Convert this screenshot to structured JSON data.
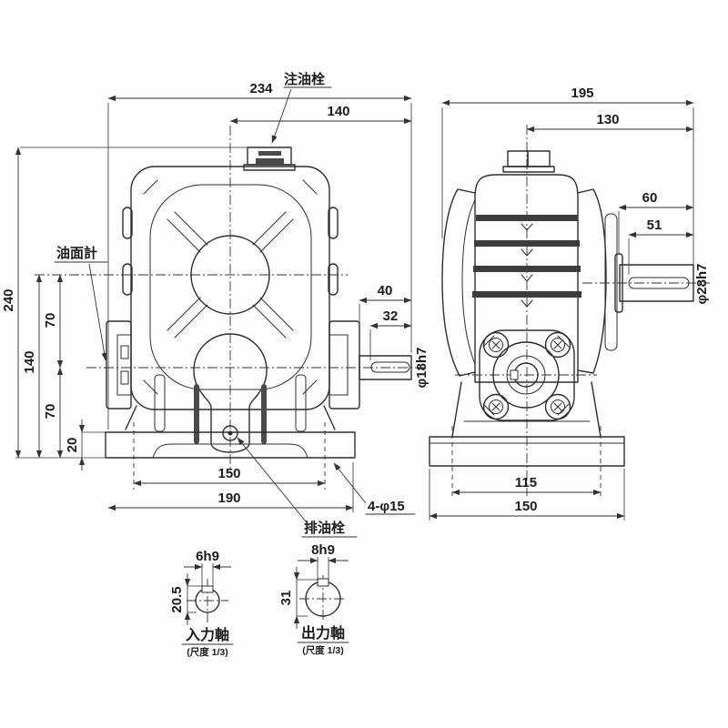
{
  "labels": {
    "oil_fill_plug": "注油栓",
    "oil_level_gauge": "油面計",
    "oil_drain_plug": "排油栓",
    "mounting_holes": "4-φ15"
  },
  "front": {
    "overall_width": "234",
    "center_to_shaft_end": "140",
    "overall_height": "240",
    "axis_to_base": "140",
    "wheel_to_worm": "70",
    "worm_to_base": "70",
    "base_height": "20",
    "bolt_pitch": "150",
    "base_width": "190",
    "shaft_length": "40",
    "key_length": "32",
    "shaft_dia": "φ18h7"
  },
  "side": {
    "overall_depth": "195",
    "center_to_shaft_end": "130",
    "shaft_length": "60",
    "key_length": "51",
    "shaft_dia": "φ28h7",
    "bolt_pitch": "115",
    "base_depth": "150"
  },
  "details": {
    "input": {
      "title": "入力軸",
      "scale": "(尺度 1/3)",
      "key_width": "6h9",
      "key_height": "20.5"
    },
    "output": {
      "title": "出力軸",
      "scale": "(尺度 1/3)",
      "key_width": "8h9",
      "key_height": "31"
    }
  }
}
